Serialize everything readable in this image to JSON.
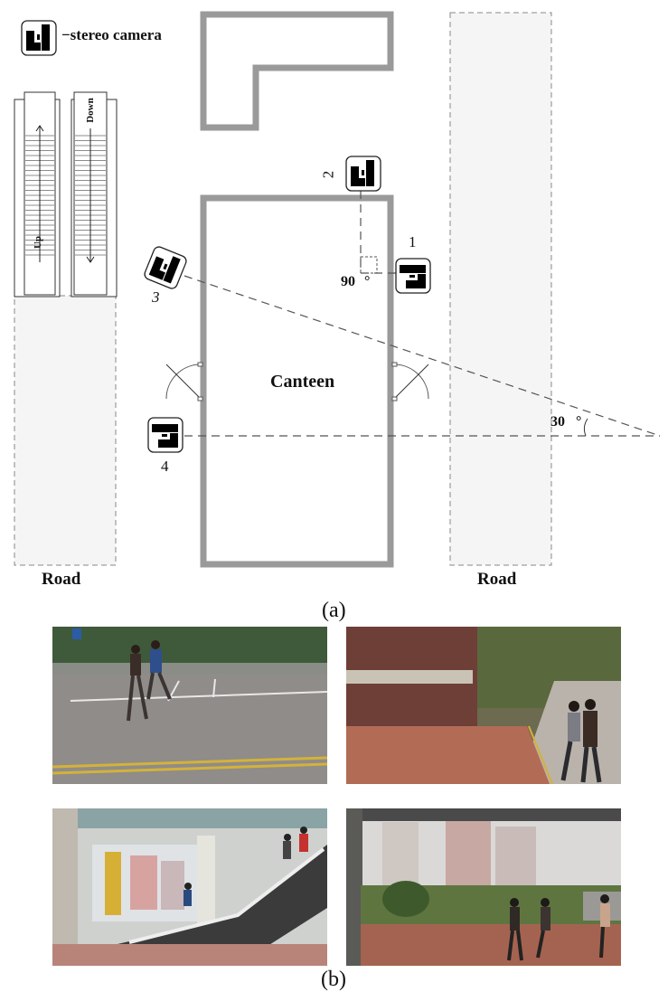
{
  "legend": {
    "text": "−stereo camera",
    "icon": "stereo-camera-icon"
  },
  "escalators": {
    "up_label": "Up",
    "down_label": "Down"
  },
  "building": {
    "label": "Canteen"
  },
  "cameras": [
    {
      "id": "1",
      "label": "1"
    },
    {
      "id": "2",
      "label": "2"
    },
    {
      "id": "3",
      "label": "3"
    },
    {
      "id": "4",
      "label": "4"
    }
  ],
  "angles": {
    "right_angle": "90 °",
    "oblique_angle": "30 °"
  },
  "roads": {
    "left": "Road",
    "right": "Road"
  },
  "captions": {
    "a": "(a)",
    "b": "(b)"
  },
  "photos": [
    {
      "name": "photo-parking-lot",
      "scene": "two pedestrians walking across a parking lot"
    },
    {
      "name": "photo-building-path",
      "scene": "two pedestrians on a path beside a brick building"
    },
    {
      "name": "photo-escalators",
      "scene": "pedestrians riding escalators under a glass canopy"
    },
    {
      "name": "photo-garden-walkway",
      "scene": "three pedestrians walking past a planted garden"
    }
  ],
  "colors": {
    "wall": "#9a9a9a",
    "road_fill": "#f5f5f5",
    "dashed": "#555555",
    "camera": "#000000"
  }
}
